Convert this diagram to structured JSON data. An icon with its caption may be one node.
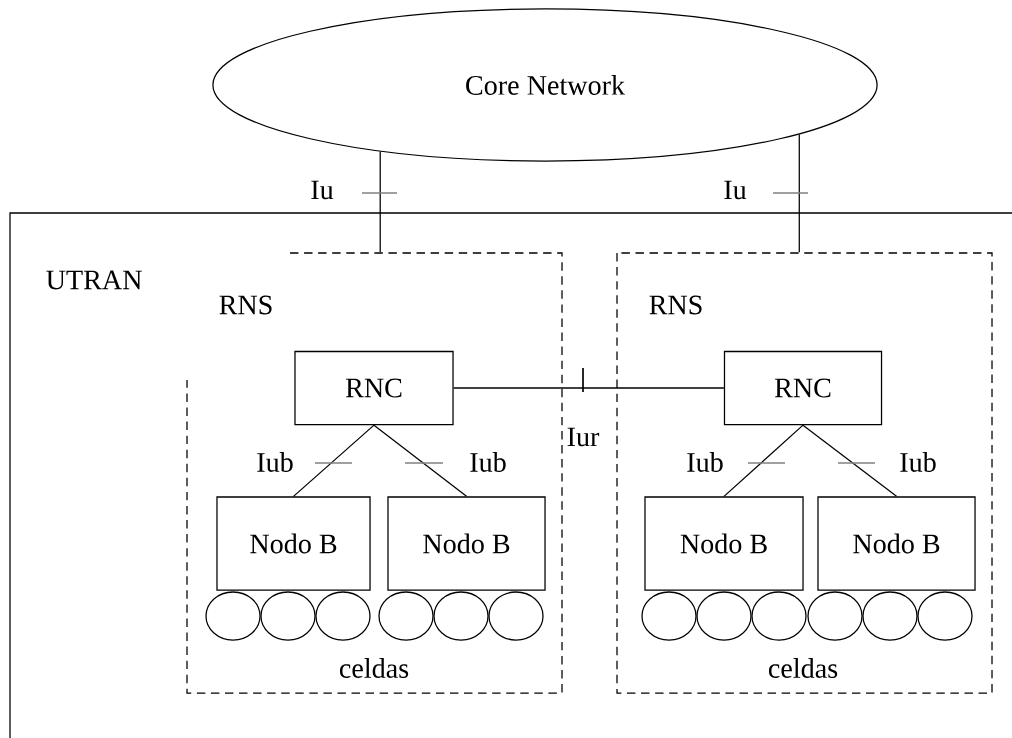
{
  "diagram": {
    "nodes": [
      {
        "text": [
          "Core Network"
        ]
      },
      {
        "text": [
          "UTRAN"
        ]
      },
      {
        "text": [
          "RNS"
        ],
        "in": 1
      },
      {
        "text": [
          "RNS"
        ],
        "in": 1
      },
      {
        "text": [
          "RNC"
        ],
        "in": 2
      },
      {
        "text": [
          "RNC"
        ],
        "in": 3
      },
      {
        "text": [
          "Nodo B"
        ],
        "in": 2
      },
      {
        "text": [
          "Nodo B"
        ],
        "in": 2
      },
      {
        "text": [
          "Nodo B"
        ],
        "in": 3
      },
      {
        "text": [
          "Nodo B"
        ],
        "in": 3
      },
      {
        "text": [],
        "shape": "circle",
        "in": 2
      },
      {
        "text": [],
        "shape": "circle",
        "in": 2
      },
      {
        "text": [],
        "shape": "circle",
        "in": 2
      },
      {
        "text": [],
        "shape": "circle",
        "in": 2
      },
      {
        "text": [],
        "shape": "circle",
        "in": 2
      },
      {
        "text": [],
        "shape": "circle",
        "in": 2
      },
      {
        "text": [],
        "shape": "circle",
        "in": 3
      },
      {
        "text": [],
        "shape": "circle",
        "in": 3
      },
      {
        "text": [],
        "shape": "circle",
        "in": 3
      },
      {
        "text": [],
        "shape": "circle",
        "in": 3
      },
      {
        "text": [],
        "shape": "circle",
        "in": 3
      },
      {
        "text": [],
        "shape": "circle",
        "in": 3
      }
    ],
    "edges": [
      {
        "from": 0,
        "to": 2,
        "arrow": "none",
        "label": "Iu"
      },
      {
        "from": 0,
        "to": 3,
        "arrow": "none",
        "label": "Iu"
      },
      {
        "from": 4,
        "to": 5,
        "arrow": "none",
        "label": "Iur"
      },
      {
        "from": 4,
        "to": 6,
        "arrow": "none",
        "label": "Iub"
      },
      {
        "from": 4,
        "to": 7,
        "arrow": "none",
        "label": "Iub"
      },
      {
        "from": 5,
        "to": 8,
        "arrow": "none",
        "label": "Iub"
      },
      {
        "from": 5,
        "to": 9,
        "arrow": "none",
        "label": "Iub"
      }
    ],
    "labels": [
      "celdas",
      "celdas"
    ]
  }
}
